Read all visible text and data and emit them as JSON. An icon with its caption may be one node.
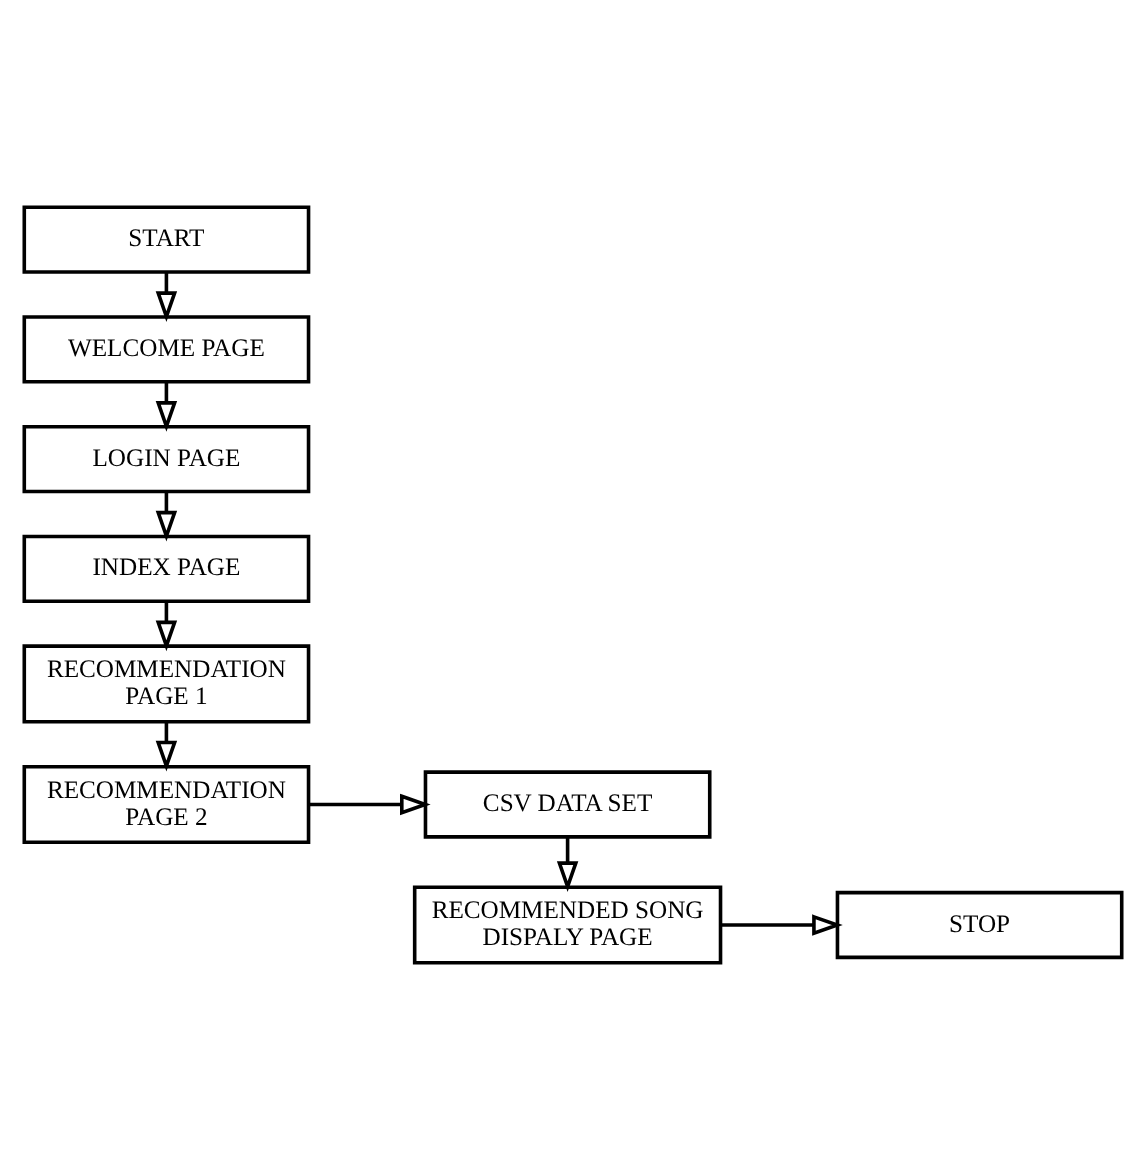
{
  "diagram": {
    "nodes": [
      {
        "text": [
          "START"
        ]
      },
      {
        "text": [
          "WELCOME PAGE"
        ]
      },
      {
        "text": [
          "LOGIN PAGE"
        ]
      },
      {
        "text": [
          "INDEX PAGE"
        ]
      },
      {
        "text": [
          "RECOMMENDATION PAGE 1"
        ]
      },
      {
        "text": [
          "RECOMMENDATION PAGE 2"
        ]
      },
      {
        "text": [
          "CSV DATA SET"
        ]
      },
      {
        "text": [
          "RECOMMENDED SONG DISPALY PAGE"
        ]
      },
      {
        "text": [
          "STOP"
        ]
      }
    ],
    "edges": [
      {
        "from": 0,
        "to": 1,
        "arrow": "to"
      },
      {
        "from": 1,
        "to": 2,
        "arrow": "to"
      },
      {
        "from": 2,
        "to": 3,
        "arrow": "to"
      },
      {
        "from": 3,
        "to": 4,
        "arrow": "to"
      },
      {
        "from": 4,
        "to": 5,
        "arrow": "to"
      },
      {
        "from": 5,
        "to": 6,
        "arrow": "to"
      },
      {
        "from": 6,
        "to": 7,
        "arrow": "to"
      },
      {
        "from": 7,
        "to": 8,
        "arrow": "to"
      }
    ]
  }
}
